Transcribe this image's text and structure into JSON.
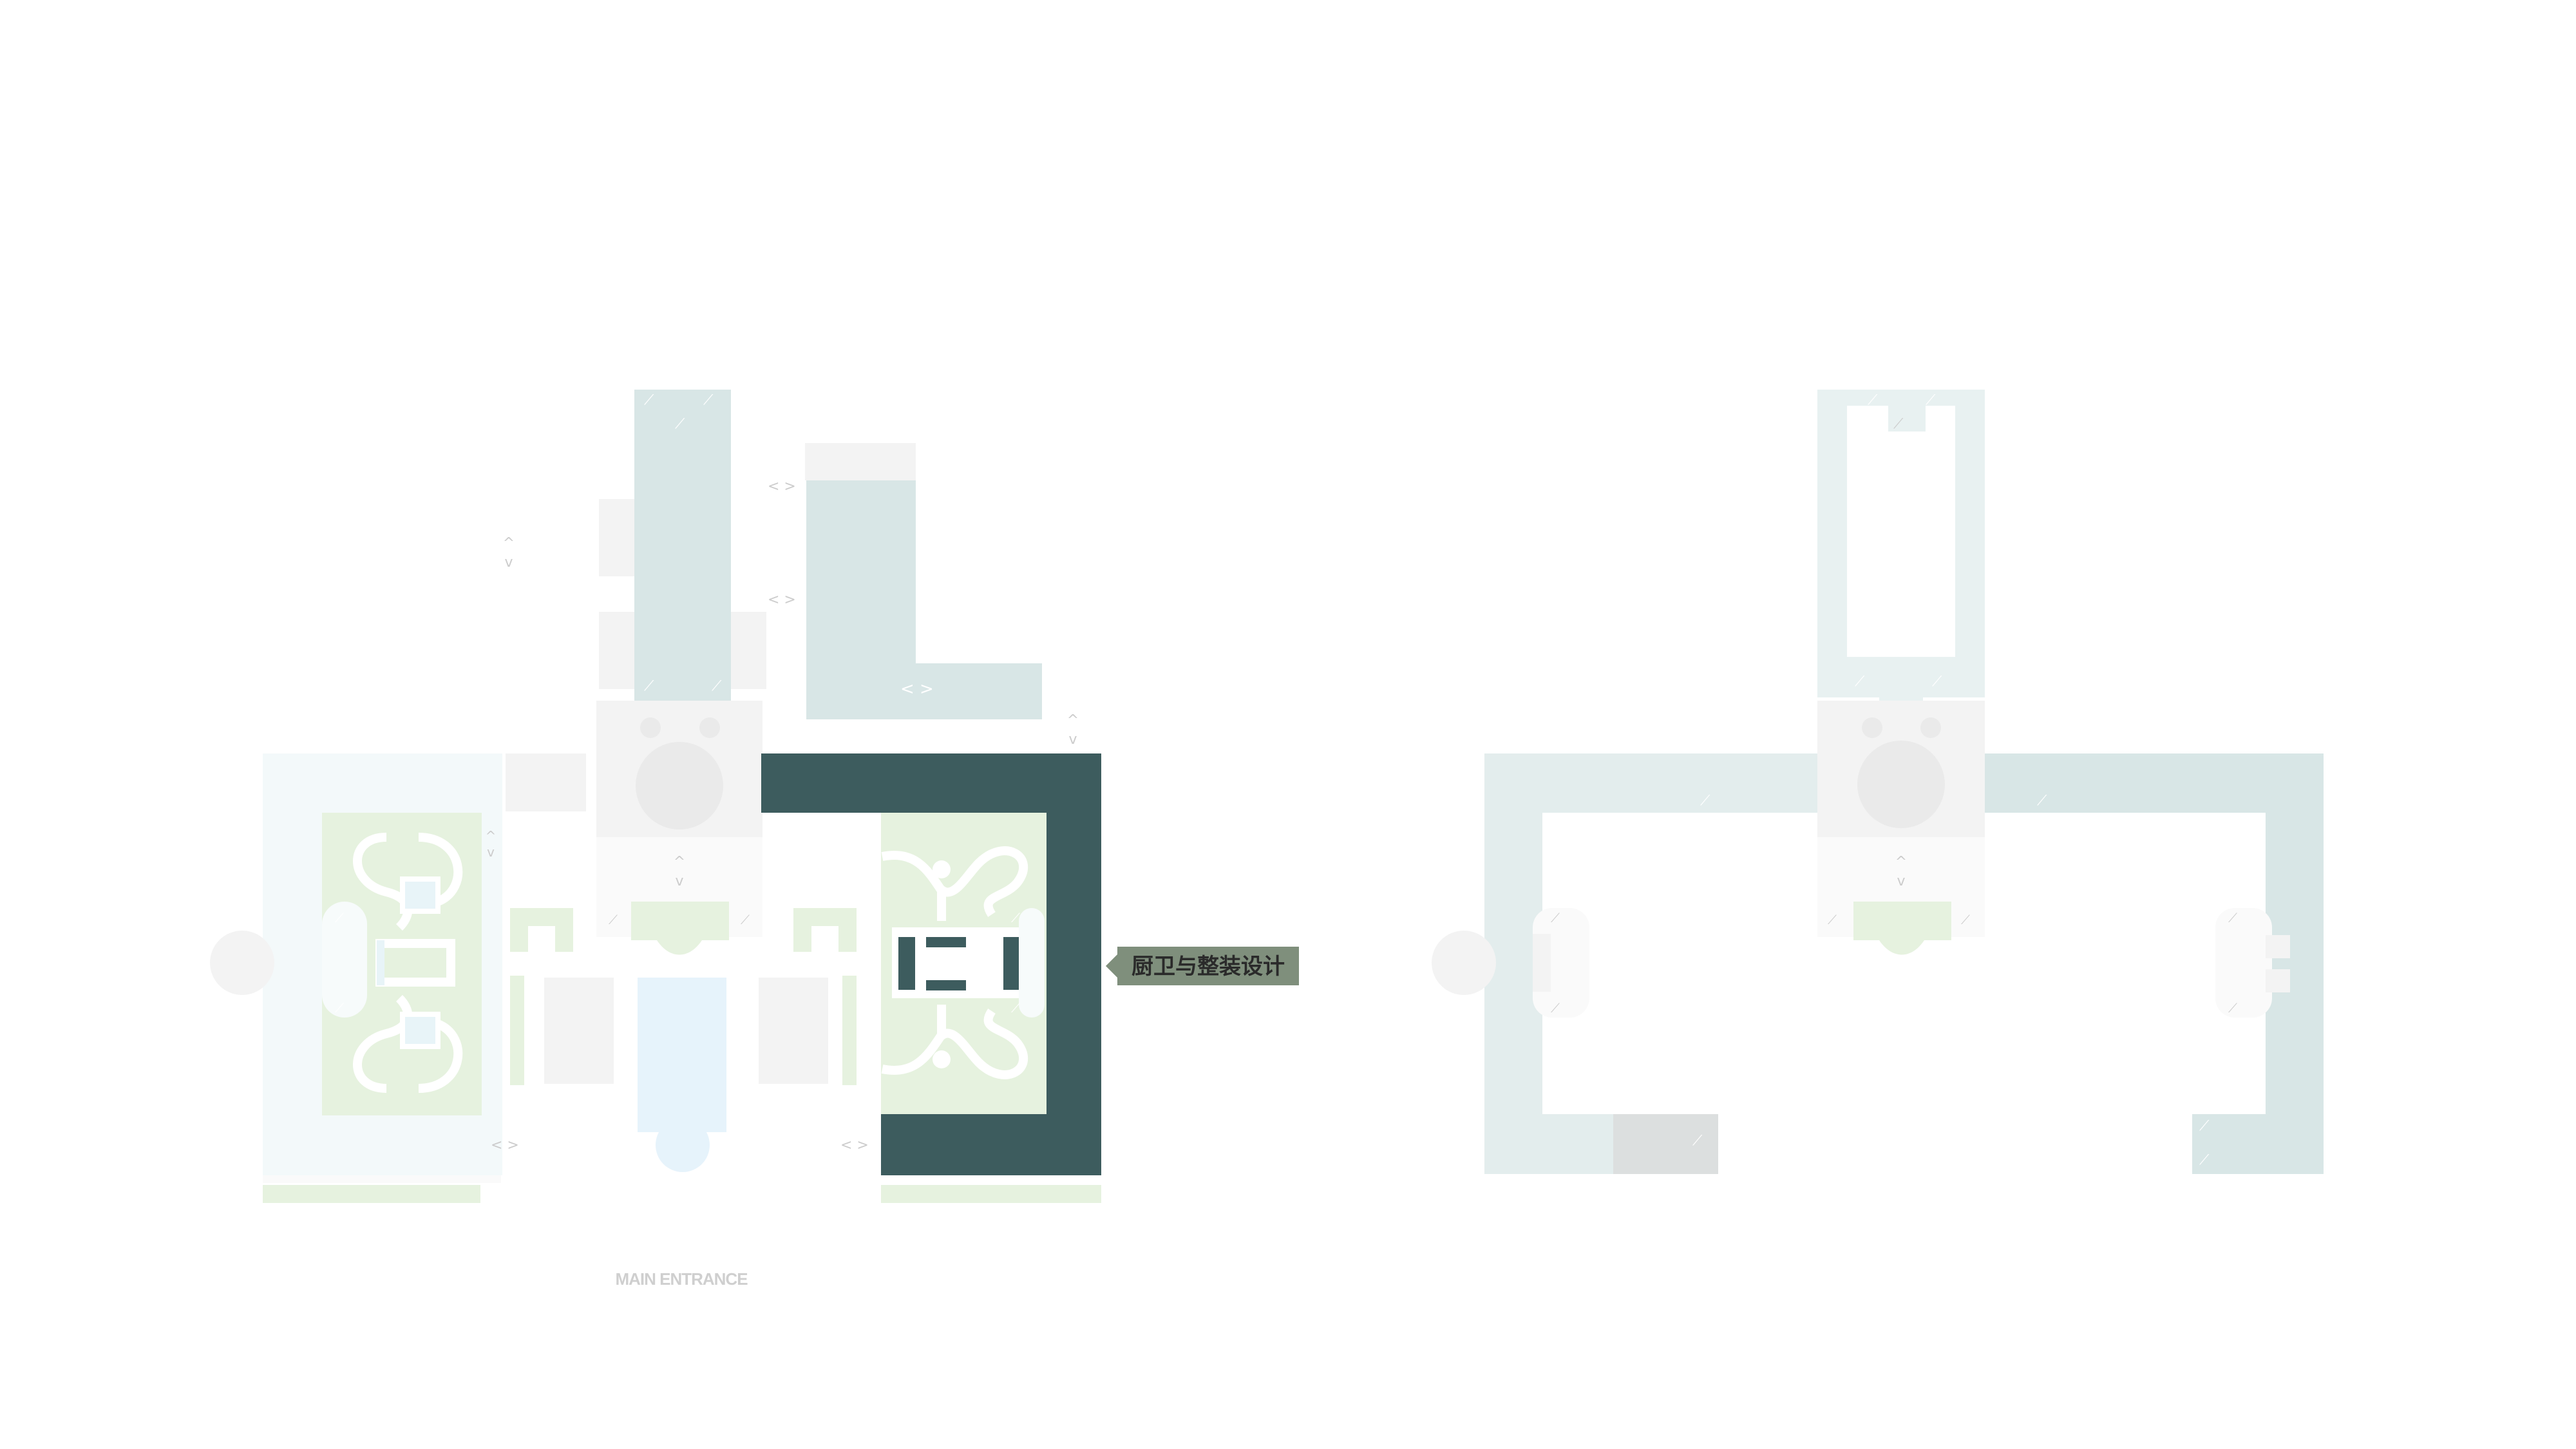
{
  "labels": {
    "kitchen_bath": "厨卫与整装设计",
    "main_entrance": "MAIN ENTRANCE"
  },
  "glyphs": {
    "horizontal_arrows": "< >",
    "vertical_up": "^",
    "vertical_down": "v",
    "hatch": "⟋"
  },
  "colors": {
    "highlight_zone": "#3d5c5e",
    "light_teal": "#d8e6e6",
    "pale_teal": "#e8f1f1",
    "pale_green": "#e6f2df",
    "light_blue": "#e6f3fb",
    "light_gray": "#f3f3f3",
    "fixture_gray": "#eaeaea",
    "label_bg": "#7f8f7c",
    "label_text": "#2a2a2a",
    "entrance_text": "#cfcfcf",
    "white": "#ffffff"
  },
  "icons": {
    "left_plan": [
      "toilet-icon",
      "washbasin-icon",
      "sofa-set-icon",
      "dining-set-icon",
      "round-table-icon"
    ],
    "right_plan": [
      "toilet-icon",
      "washbasin-icon",
      "round-table-icon"
    ]
  }
}
